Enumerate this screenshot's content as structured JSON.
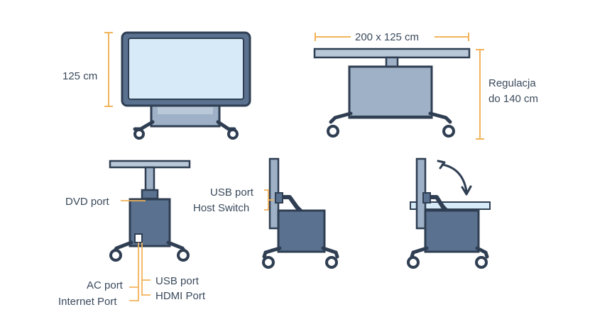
{
  "colors": {
    "outline": "#2f3e52",
    "screen": "#d7eaf7",
    "body_light": "#9fb1c6",
    "body_dark": "#5a7290",
    "leader": "#f2b35a",
    "text": "#3a4a5c"
  },
  "dimensions": {
    "height_label": "125 cm",
    "width_label": "200 x 125 cm",
    "adjust_line1": "Regulacja",
    "adjust_line2": "do 140 cm"
  },
  "ports": {
    "dvd": "DVD port",
    "usb_side": "USB port",
    "host_switch": "Host Switch",
    "ac": "AC port",
    "internet": "Internet Port",
    "usb_bottom": "USB port",
    "hdmi": "HDMI Port"
  }
}
